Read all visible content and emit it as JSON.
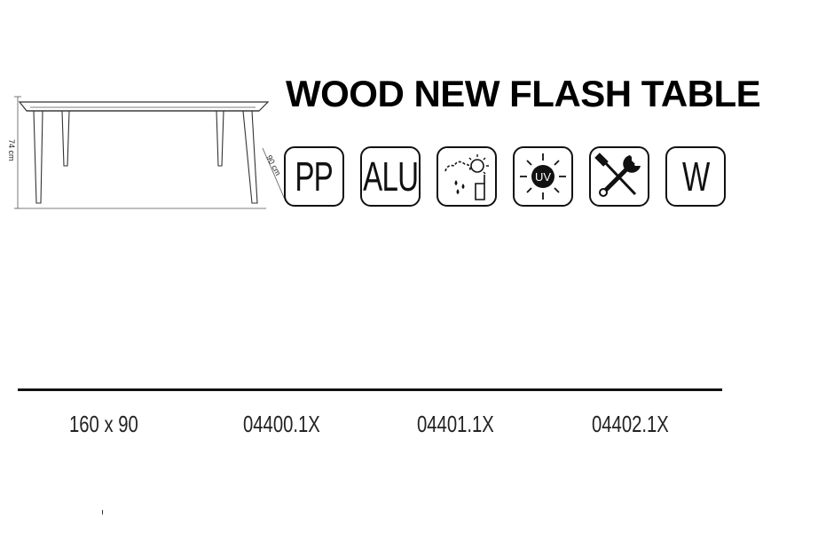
{
  "product": {
    "title": "WOOD NEW FLASH TABLE"
  },
  "drawing": {
    "height_label": "74 cm",
    "depth_label": "90 cm"
  },
  "features": [
    {
      "label": "PP",
      "icon": "polypropylene-icon"
    },
    {
      "label": "ALU",
      "icon": "aluminium-icon"
    },
    {
      "label": "",
      "icon": "weather-resistant-icon"
    },
    {
      "label": "UV",
      "icon": "uv-protection-icon"
    },
    {
      "label": "",
      "icon": "assembly-tools-icon"
    },
    {
      "label": "W",
      "icon": "weight-icon"
    }
  ],
  "spec_row": {
    "size": "160 x 90",
    "codes": [
      "04400.1X",
      "04401.1X",
      "04402.1X"
    ]
  },
  "colors": {
    "ink": "#111111",
    "background": "#ffffff"
  }
}
